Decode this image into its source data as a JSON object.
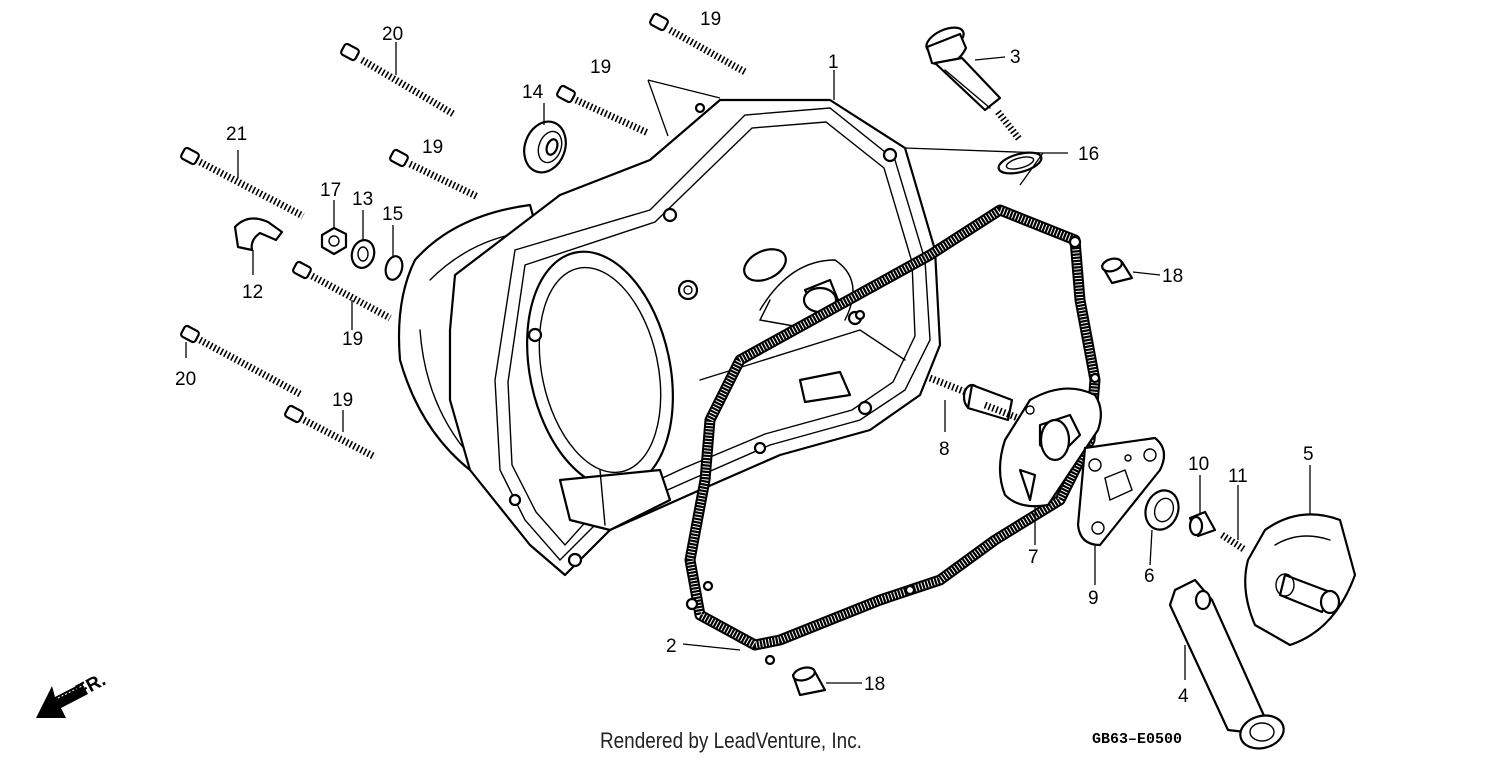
{
  "diagram": {
    "credit": "Rendered by LeadVenture, Inc.",
    "code": "GB63–E0500",
    "direction": "FR.",
    "callouts": {
      "c1": "1",
      "c2": "2",
      "c3": "3",
      "c4": "4",
      "c5": "5",
      "c6": "6",
      "c7": "7",
      "c8": "8",
      "c9": "9",
      "c10": "10",
      "c11": "11",
      "c12": "12",
      "c13": "13",
      "c14": "14",
      "c15": "15",
      "c16": "16",
      "c17": "17",
      "c18a": "18",
      "c18b": "18",
      "c19a": "19",
      "c19b": "19",
      "c19c": "19",
      "c19d": "19",
      "c19e": "19",
      "c20a": "20",
      "c20b": "20",
      "c21": "21"
    }
  }
}
